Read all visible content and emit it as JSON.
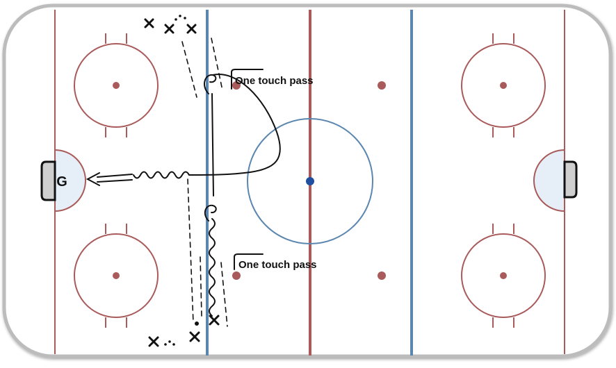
{
  "diagram": {
    "goalie_label": "G",
    "annotations": {
      "top_pass": "One touch pass",
      "bottom_pass": "One touch pass"
    },
    "colors": {
      "red_line": "#a95a5a",
      "blue_line": "#5a86b0",
      "center_dot": "#1f4fa0",
      "boards": "#bcbcbc",
      "crease": "#e6eff8",
      "ink": "#111111"
    }
  }
}
